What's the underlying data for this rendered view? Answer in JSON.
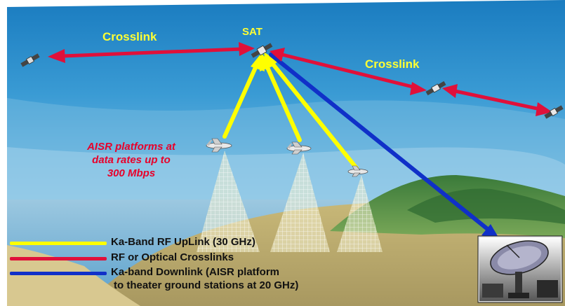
{
  "labels": {
    "sat": "SAT",
    "crosslink_left": "Crosslink",
    "crosslink_right": "Crosslink",
    "aisr_line1": "AISR platforms at",
    "aisr_line2": "data rates up to",
    "aisr_line3": "300 Mbps"
  },
  "legend": {
    "items": [
      {
        "label": "Ka-Band RF UpLink (30 GHz)",
        "color": "#ffff00"
      },
      {
        "label": "RF or Optical Crosslinks",
        "color": "#e0103a"
      },
      {
        "label": "Ka-band Downlink (AISR platform",
        "color": "#1030c8"
      }
    ],
    "continuation": "to theater ground stations at 20 GHz)"
  },
  "colors": {
    "uplink": "#ffff00",
    "crosslink": "#e0103a",
    "downlink": "#1030c8",
    "label_yellow": "#ffff33",
    "label_red": "#e8002a"
  },
  "icons": {
    "satellite": "satellite-icon",
    "aircraft": "aircraft-icon",
    "ground_station": "satellite-dish-icon"
  }
}
